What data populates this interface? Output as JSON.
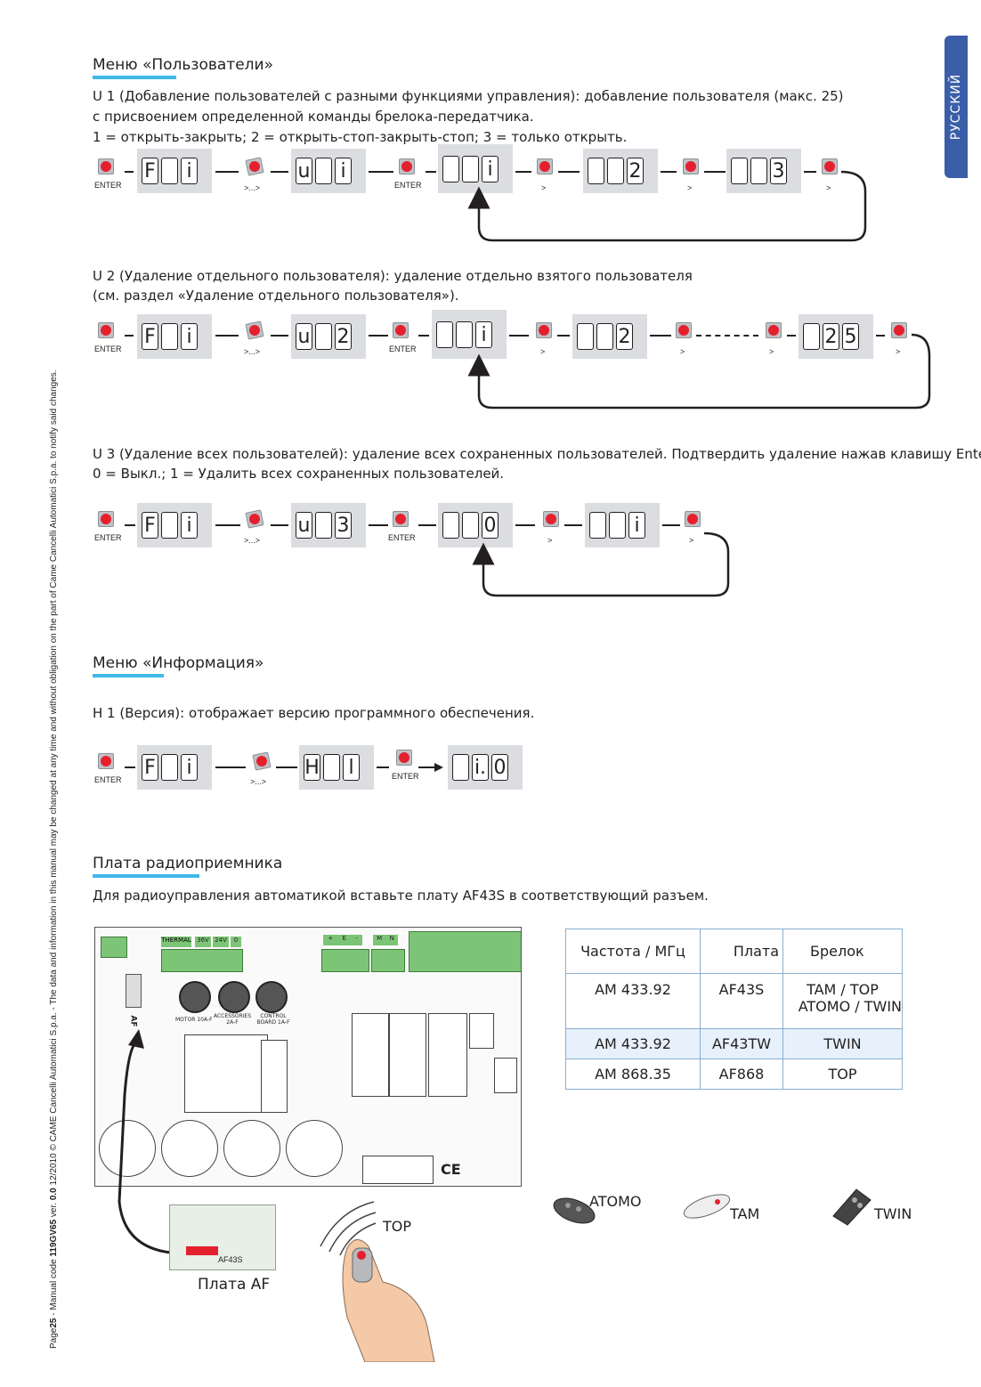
{
  "side_tab": "РУССКИЙ",
  "footer": {
    "page_label": "Page",
    "page_num": "25",
    "rest1": " - Manual code ",
    "code": "119GV65",
    "rest2": " ver. ",
    "ver": "0.0",
    "rest3": "  12/2010 © CAME Cancelli Automatici S.p.a. - The data and information in this manual may be changed at any time and without      obligation on the part of Came Cancelli Automatici S.p.a. to notify said changes."
  },
  "users_menu": {
    "title": "Меню «Пользователи»",
    "u1_lines": [
      "U 1 (Добавление пользователей с разными функциями управления): добавление пользователя (макс. 25)",
      "с присвоением определенной команды брелока-передатчика.",
      "1 = открыть-закрыть;   2 = открыть-стоп-закрыть-стоп;   3 = только открыть."
    ],
    "u2_lines": [
      "U 2 (Удаление отдельного пользователя): удаление отдельно взятого пользователя",
      "(см. раздел «Удаление отдельного пользователя»)."
    ],
    "u3_lines": [
      "U 3 (Удаление всех пользователей): удаление всех сохраненных пользователей. Подтвердить удаление нажав клавишу Enter.",
      "0 = Выкл.;              1 = Удалить всех сохраненных пользователей."
    ]
  },
  "labels": {
    "enter": "ENTER",
    "next": ">...>",
    "gt": ">"
  },
  "displays": {
    "F_i": [
      "F",
      "",
      "i"
    ],
    "u_i": [
      "u",
      "",
      "i"
    ],
    "blank_i": [
      "",
      "",
      "i"
    ],
    "blank_2": [
      "",
      "",
      "2"
    ],
    "blank_3": [
      "",
      "",
      "3"
    ],
    "u_2": [
      "u",
      "",
      "2"
    ],
    "blank_25": [
      "",
      "2",
      "5"
    ],
    "u_3": [
      "u",
      "",
      "3"
    ],
    "blank_0": [
      "",
      "",
      "0"
    ],
    "H_l": [
      "H",
      "",
      "l"
    ],
    "i0": [
      "",
      "i.",
      "0"
    ]
  },
  "info_menu": {
    "title": "Меню «Информация»",
    "h1": "H 1 (Версия): отображает версию программного обеспечения."
  },
  "radio": {
    "title": "Плата радиоприемника",
    "text": "Для радиоуправления автоматикой вставьте плату AF43S в соответствующий разъем.",
    "table": {
      "headers": [
        "Частота / МГц",
        "Плата",
        "Брелок"
      ],
      "rows": [
        [
          "AM 433.92",
          "AF43S",
          "TAM / TOP",
          "ATOMO / TWIN"
        ],
        [
          "AM 433.92",
          "AF43TW",
          "TWIN",
          ""
        ],
        [
          "AM 868.35",
          "AF868",
          "TOP",
          ""
        ]
      ]
    },
    "remotes": [
      "ATOMO",
      "TAM",
      "TWIN"
    ],
    "top_label": "TOP",
    "af_label": "Плата AF",
    "af_chip": "AF43S",
    "af_slot": "AF",
    "pcb_labels": {
      "thermal": "THERMAL",
      "v36": "36V",
      "v24": "24V",
      "zero": "0",
      "motor": "MOTOR 10A-F",
      "acc": "ACCESSORIES 2A-F",
      "ctrl": "CONTROL BOARD 1A-F",
      "plus": "+",
      "e": "E",
      "minus": "-",
      "m": "M",
      "n": "N",
      "ce": "CE"
    }
  }
}
